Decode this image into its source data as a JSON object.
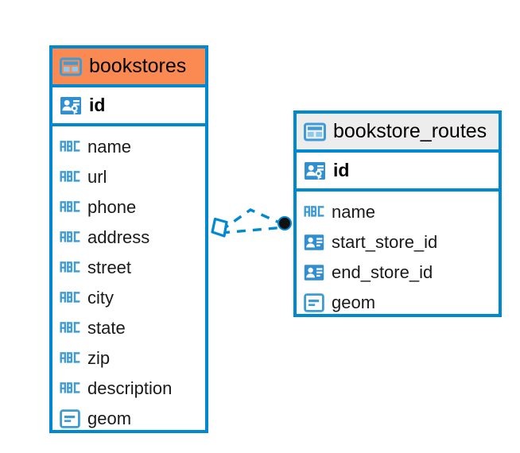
{
  "diagram": {
    "type": "entity-relationship-diagram",
    "background_color": "#ffffff",
    "accent_color": "#0089d0",
    "highlight_color": "#fa8a52",
    "header_gray": "#ededed"
  },
  "entities": [
    {
      "name": "bookstores",
      "header_style": "orange",
      "table_icon": "table-icon",
      "primary_key": {
        "label": "id",
        "icon": "primary-key-icon"
      },
      "fields": [
        {
          "label": "name",
          "icon": "abc-icon",
          "type": "text"
        },
        {
          "label": "url",
          "icon": "abc-icon",
          "type": "text"
        },
        {
          "label": "phone",
          "icon": "abc-icon",
          "type": "text"
        },
        {
          "label": "address",
          "icon": "abc-icon",
          "type": "text"
        },
        {
          "label": "street",
          "icon": "abc-icon",
          "type": "text"
        },
        {
          "label": "city",
          "icon": "abc-icon",
          "type": "text"
        },
        {
          "label": "state",
          "icon": "abc-icon",
          "type": "text"
        },
        {
          "label": "zip",
          "icon": "abc-icon",
          "type": "text"
        },
        {
          "label": "description",
          "icon": "abc-icon",
          "type": "text"
        },
        {
          "label": "geom",
          "icon": "geometry-icon",
          "type": "geometry"
        }
      ]
    },
    {
      "name": "bookstore_routes",
      "header_style": "gray",
      "table_icon": "table-icon",
      "primary_key": {
        "label": "id",
        "icon": "primary-key-icon"
      },
      "fields": [
        {
          "label": "name",
          "icon": "abc-icon",
          "type": "text"
        },
        {
          "label": "start_store_id",
          "icon": "foreign-key-icon",
          "type": "foreign-key"
        },
        {
          "label": "end_store_id",
          "icon": "foreign-key-icon",
          "type": "foreign-key"
        },
        {
          "label": "geom",
          "icon": "geometry-icon",
          "type": "geometry"
        }
      ]
    }
  ],
  "relationship": {
    "name": "bookstores-to-bookstore-routes",
    "from": "bookstores",
    "to": "bookstore_routes",
    "line_style": "dashed",
    "line_color": "#0089d0",
    "source_endpoint": "diamond-outline",
    "target_endpoint": "filled-circle",
    "target_endpoint_color": "#111111"
  }
}
